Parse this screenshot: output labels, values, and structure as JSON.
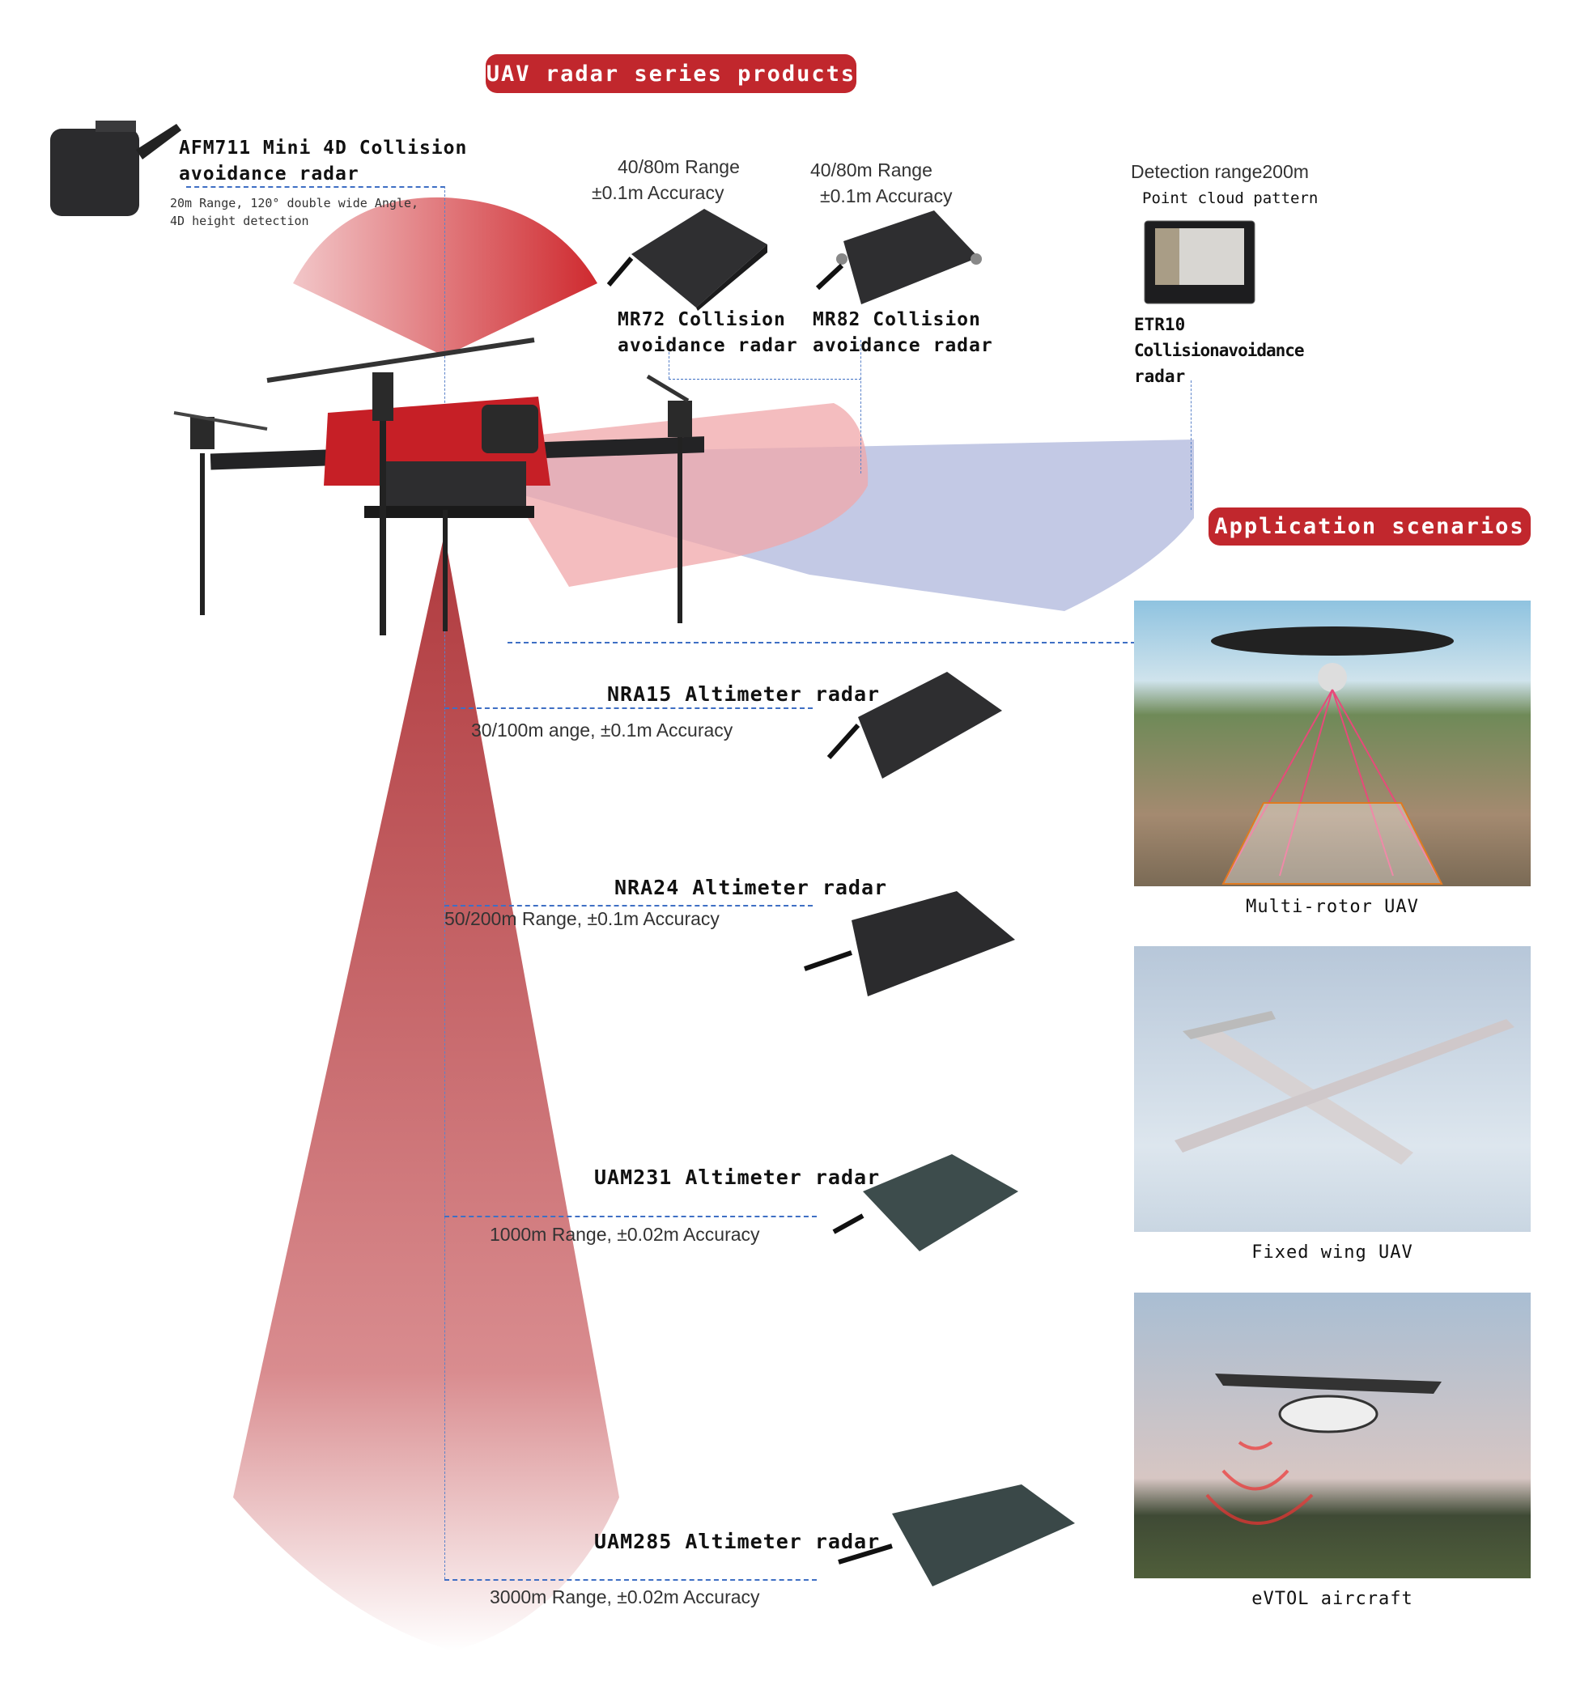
{
  "header": {
    "title": "UAV radar series products"
  },
  "scenarios_title": "Application scenarios",
  "collision_radars": [
    {
      "name_line1": "AFM711 Mini 4D Collision",
      "name_line2": "avoidance radar",
      "spec_line1": "20m Range, 120°  double wide Angle,",
      "spec_line2": "4D height detection"
    },
    {
      "spec_line1": "40/80m Range",
      "spec_line2": "±0.1m Accuracy",
      "name_line1": "MR72 Collision",
      "name_line2": "avoidance radar"
    },
    {
      "spec_line1": "40/80m Range",
      "spec_line2": "±0.1m Accuracy",
      "name_line1": "MR82 Collision",
      "name_line2": "avoidance radar"
    },
    {
      "spec_line1": "Detection range200m",
      "spec_line2": "Point cloud pattern",
      "name_line1": "ETR10",
      "name_line2": "Collisionavoidance",
      "name_line3": "radar"
    }
  ],
  "altimeter_radars": [
    {
      "name": "NRA15 Altimeter radar",
      "spec": "30/100m ange, ±0.1m Accuracy"
    },
    {
      "name": "NRA24 Altimeter radar",
      "spec": "50/200m Range, ±0.1m Accuracy"
    },
    {
      "name": "UAM231 Altimeter radar",
      "spec": "1000m Range, ±0.02m Accuracy"
    },
    {
      "name": "UAM285 Altimeter radar",
      "spec": "3000m Range, ±0.02m Accuracy"
    }
  ],
  "scenarios": [
    {
      "caption": "Multi-rotor UAV"
    },
    {
      "caption": "Fixed wing UAV"
    },
    {
      "caption": "eVTOL aircraft"
    }
  ],
  "colors": {
    "accent": "#c1272d",
    "dashed": "#3f6fc4",
    "radar_device": "#2e2e30",
    "radar_device_teal": "#3d4c4c"
  }
}
